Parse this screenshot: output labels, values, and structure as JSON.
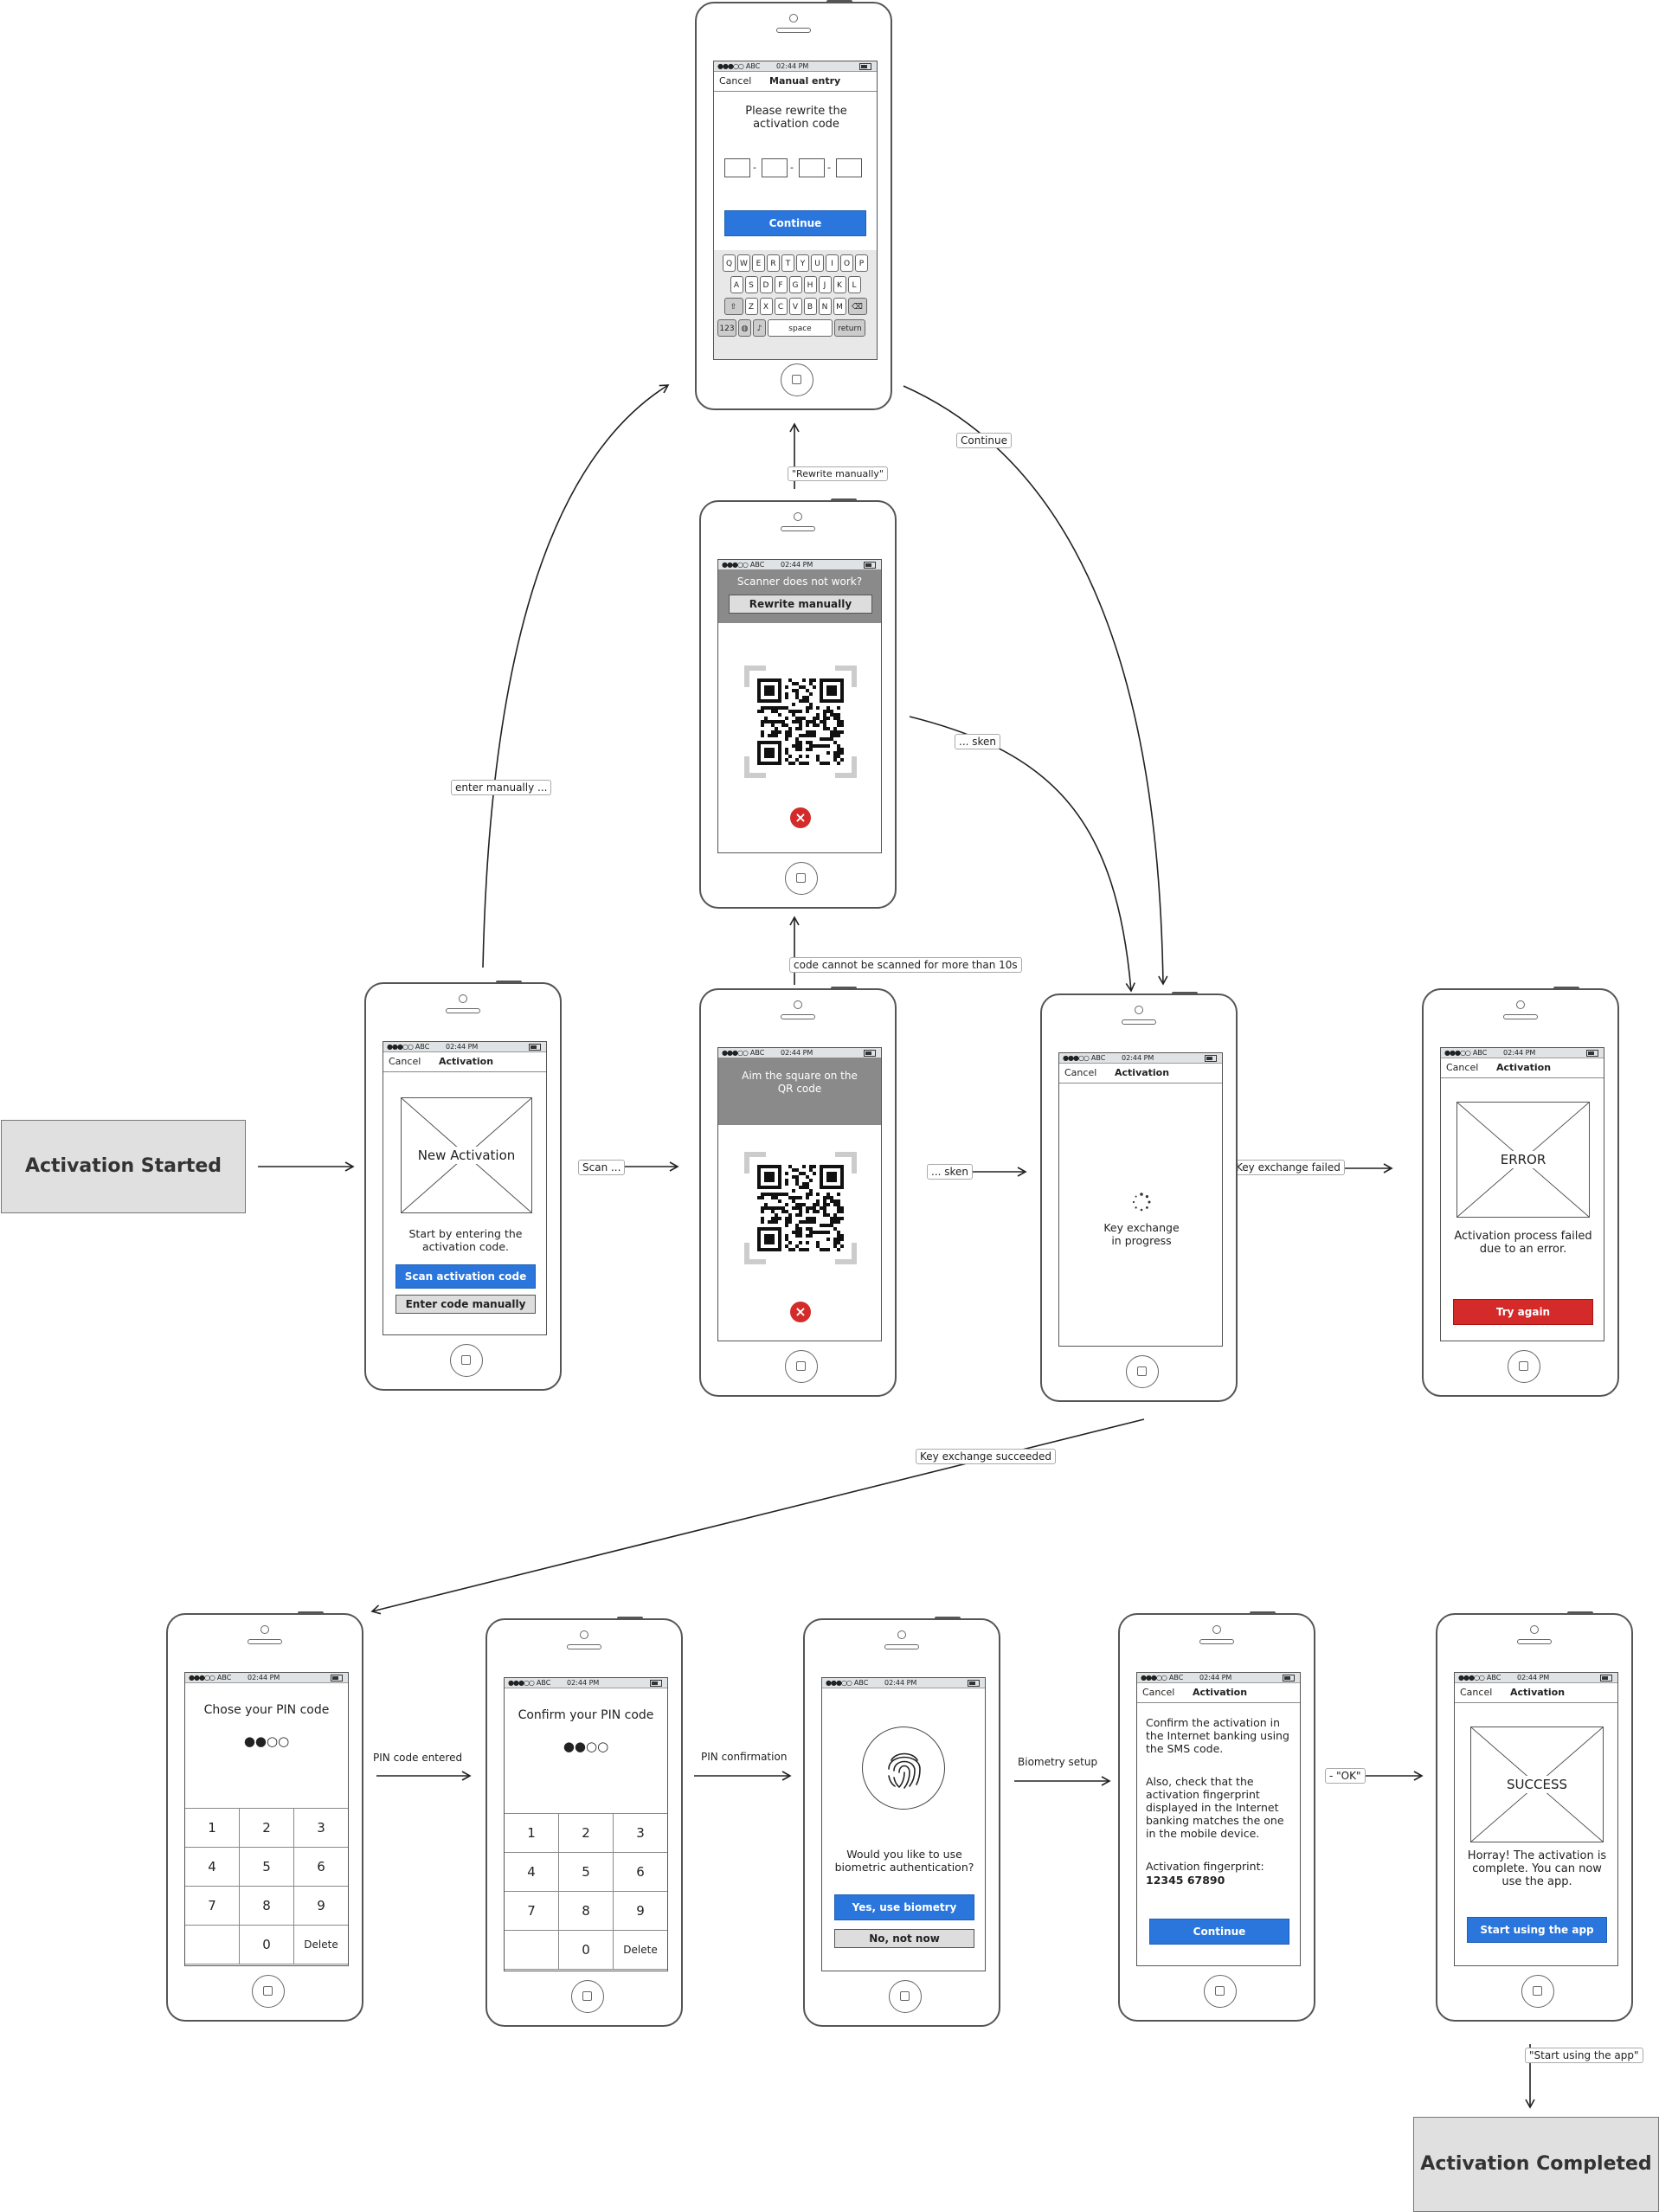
{
  "states": {
    "start": "Activation Started",
    "end": "Activation Completed"
  },
  "edges": {
    "enter_manually": "enter manually ...",
    "rewrite_manually": "\"Rewrite manually\"",
    "continue": "Continue",
    "sken_top": "... sken",
    "scan": "Scan ...",
    "cannot_scan": "code cannot be scanned for more than 10s",
    "sken_mid": "... sken",
    "key_failed": "Key exchange failed",
    "key_succeeded": "Key exchange succeeded",
    "pin_entered": "PIN code entered",
    "pin_confirmation": "PIN confirmation",
    "biometry_setup": "Biometry setup",
    "ok": "- \"OK\"",
    "start_using": "\"Start using the app\""
  },
  "status": {
    "signal": "●●●○○",
    "carrier": "ABC",
    "time": "02:44 PM"
  },
  "nav": {
    "cancel": "Cancel",
    "activation": "Activation",
    "manual_entry": "Manual entry"
  },
  "activation": {
    "image_label": "New Activation",
    "text": "Start by entering the activation code.",
    "scan_button": "Scan activation code",
    "manual_button": "Enter code manually"
  },
  "manual": {
    "text": "Please rewrite the activation code",
    "continue_button": "Continue",
    "keyboard": {
      "row1": [
        "Q",
        "W",
        "E",
        "R",
        "T",
        "Y",
        "U",
        "I",
        "O",
        "P"
      ],
      "row2": [
        "A",
        "S",
        "D",
        "F",
        "G",
        "H",
        "J",
        "K",
        "L"
      ],
      "row3": [
        "Z",
        "X",
        "C",
        "V",
        "B",
        "N",
        "M"
      ],
      "num": "123",
      "space": "space",
      "return": "return"
    }
  },
  "scanner_help": {
    "text": "Scanner does not work?",
    "button": "Rewrite manually"
  },
  "scanner": {
    "text": "Aim the square on the QR code"
  },
  "key_exchange": {
    "text": "Key exchange in progress"
  },
  "error": {
    "image_label": "ERROR",
    "text": "Activation process failed due to an error.",
    "button": "Try again"
  },
  "pin": {
    "choose_title": "Chose your PIN code",
    "confirm_title": "Confirm your PIN code",
    "dots": "●●○○",
    "keys": [
      "1",
      "2",
      "3",
      "4",
      "5",
      "6",
      "7",
      "8",
      "9",
      "",
      "0",
      "Delete"
    ]
  },
  "biometry": {
    "text": "Would you like to use biometric authentication?",
    "yes_button": "Yes, use biometry",
    "no_button": "No, not now"
  },
  "confirm": {
    "p1": "Confirm the activation in the Internet banking using the SMS code.",
    "p2": "Also, check that the activation fingerprint displayed in the Internet banking matches the one in the mobile device.",
    "p3": "Activation fingerprint:",
    "fingerprint": "12345 67890",
    "button": "Continue"
  },
  "success": {
    "image_label": "SUCCESS",
    "text": "Horray! The activation is complete. You can now use the app.",
    "button": "Start using the app"
  }
}
